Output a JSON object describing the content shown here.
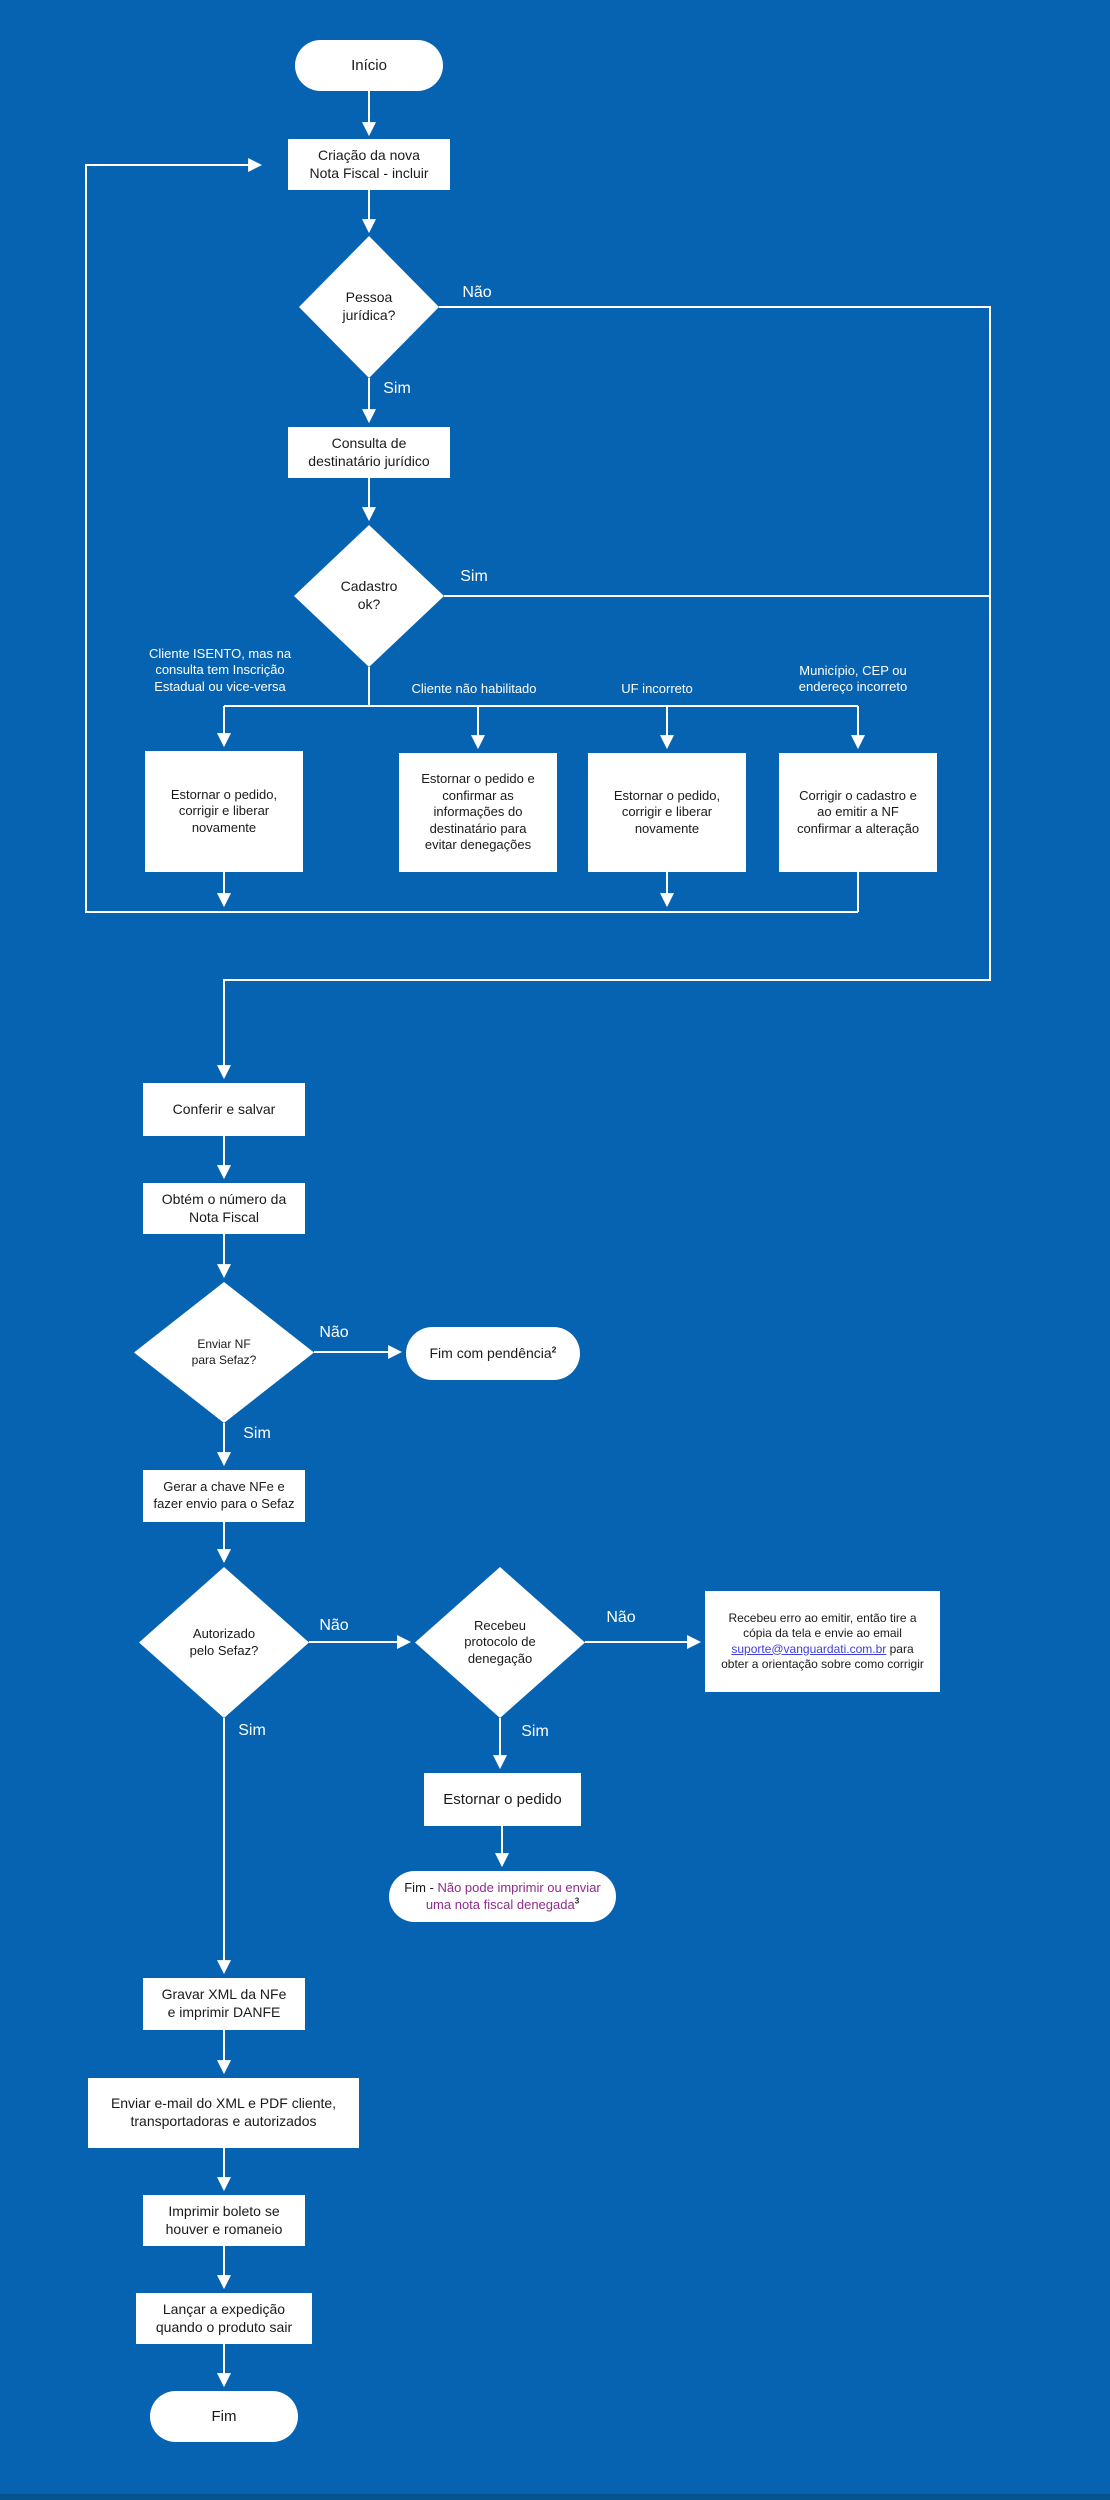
{
  "colors": {
    "background": "#0663b2",
    "line": "#ffffff",
    "node_fill": "#ffffff",
    "node_text": "#1a1a1a",
    "label_text": "#ffffff",
    "denied_text": "#8e2c8e",
    "link": "#3d3de0",
    "bottom_strip": "#05538f"
  },
  "nodes": {
    "inicio": "Início",
    "criacao": "Criação da nova\nNota Fiscal - incluir",
    "pessoa_juridica": "Pessoa\njurídica?",
    "consulta": "Consulta de\ndestinatário jurídico",
    "cadastro_ok": "Cadastro\nok?",
    "estornar_liberar_1": "Estornar o pedido,\ncorrigir e liberar\nnovamente",
    "estornar_confirmar": "Estornar o pedido e\nconfirmar as\ninformações do\ndestinatário para\nevitar denegações",
    "estornar_liberar_2": "Estornar o pedido,\ncorrigir e liberar\nnovamente",
    "corrigir_cadastro": "Corrigir o cadastro e\nao emitir a NF\nconfirmar a alteração",
    "conferir": "Conferir e salvar",
    "obtem_numero": "Obtém o número da\nNota Fiscal",
    "enviar_nf": "Enviar NF\npara Sefaz?",
    "fim_pendencia": {
      "text": "Fim com pendência",
      "sup": "2"
    },
    "gerar_chave": "Gerar a chave NFe e\nfazer envio para o Sefaz",
    "autorizado": "Autorizado\npelo Sefaz?",
    "recebeu_protocolo": "Recebeu\nprotocolo de\ndenegação",
    "nota_suporte": {
      "before": "Recebeu erro ao emitir, então tire a cópia da tela e envie ao email ",
      "link": "suporte@vanguardati.com.br",
      "after": " para obter a orientação sobre como corrigir"
    },
    "estornar_pedido": "Estornar o pedido",
    "fim_denegada": {
      "prefix": "Fim - ",
      "purple": "Não pode imprimir ou enviar uma nota fiscal denegada",
      "sup": "3"
    },
    "gravar_xml": "Gravar XML da NFe\ne imprimir DANFE",
    "enviar_email": "Enviar e-mail do XML e PDF cliente,\ntransportadoras e autorizados",
    "imprimir_boleto": "Imprimir boleto se\nhouver e romaneio",
    "lancar_expedicao": "Lançar a expedição\nquando o produto sair",
    "fim": "Fim"
  },
  "edge_labels": {
    "pessoa_nao": "Não",
    "pessoa_sim": "Sim",
    "cadastro_sim": "Sim",
    "cadastro_isento": "Cliente ISENTO, mas na\nconsulta tem Inscrição\nEstadual ou vice-versa",
    "cadastro_nao_habilitado": "Cliente não habilitado",
    "cadastro_uf": "UF incorreto",
    "cadastro_municipio": "Município, CEP ou\nendereço incorreto",
    "enviar_nao": "Não",
    "enviar_sim": "Sim",
    "autorizado_nao": "Não",
    "autorizado_sim": "Sim",
    "recebeu_nao": "Não",
    "recebeu_sim": "Sim"
  }
}
